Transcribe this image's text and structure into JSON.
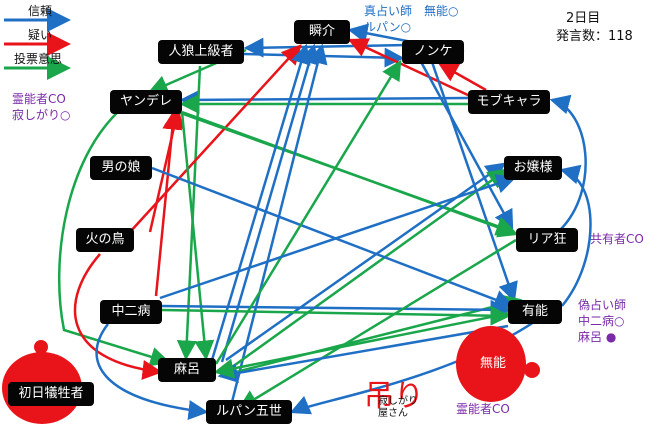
{
  "legend": [
    {
      "label": "信頼",
      "color": "#1f6fc4"
    },
    {
      "label": "疑い",
      "color": "#e8141a"
    },
    {
      "label": "投票意思",
      "color": "#1aa64a"
    }
  ],
  "info": {
    "day": "2日目",
    "count": "発言数：118"
  },
  "nodes": {
    "shunsuke": "瞬介",
    "jinro": "人狼上級者",
    "nonke": "ノンケ",
    "yandere": "ヤンデレ",
    "mobu": "モブキャラ",
    "otoko": "男の娘",
    "ojou": "お嬢様",
    "hinotori": "火の鳥",
    "riajuu": "リア狂",
    "chuni": "中二病",
    "yuunou": "有能",
    "mario": "麻呂",
    "lupin": "ルパン五世",
    "shonichi": "初日犠牲者",
    "yuunou_dead": "無能"
  },
  "labels": {
    "seer_shunsuke": "真占い師　無能○",
    "lupin_result": "ルパン○",
    "medium_co": "霊能者CO",
    "sabishi": "寂しがり○",
    "kyouyu": "共有者CO",
    "fake_seer": "偽占い師",
    "fake_chuni": "中二病○",
    "fake_mario": "麻呂 ●",
    "bottom_medium": "霊能者CO",
    "hanged": "吊り",
    "hanged_name": "寂しがり屋さん"
  }
}
